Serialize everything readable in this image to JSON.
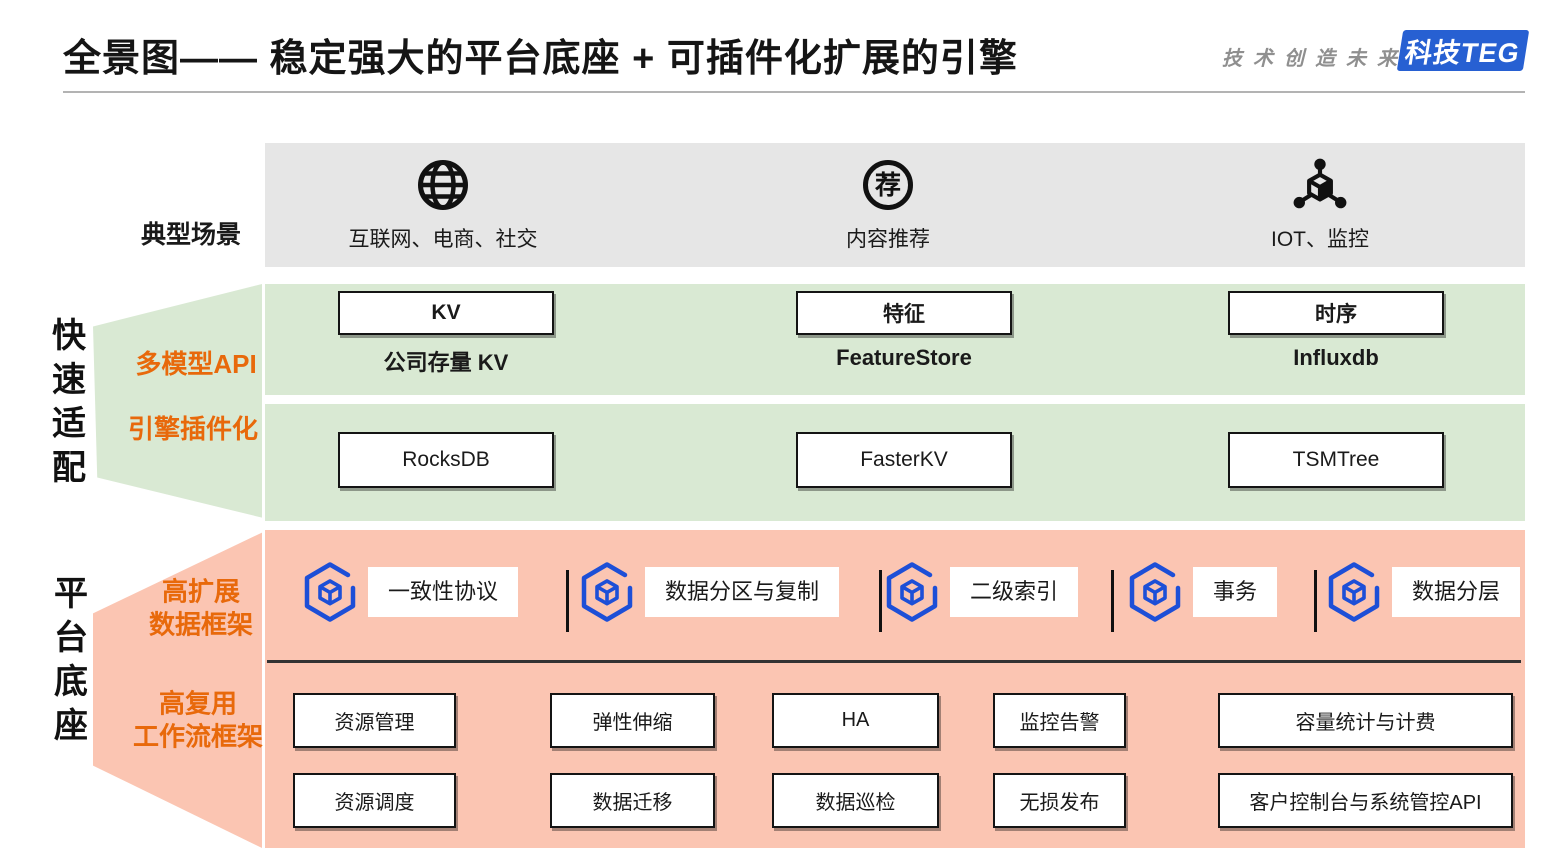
{
  "header": {
    "title": "全景图—— 稳定强大的平台底座 + 可插件化扩展的引擎",
    "tagline": "技术创造未来",
    "badge": "科技TEG"
  },
  "scenario_bar": {
    "label": "典型场景",
    "items": [
      {
        "icon": "globe-icon",
        "label": "互联网、电商、社交"
      },
      {
        "icon": "recommend-icon",
        "glyph": "荐",
        "label": "内容推荐"
      },
      {
        "icon": "iot-icon",
        "label": "IOT、监控"
      }
    ]
  },
  "quick_adapt": {
    "side_label": "快速适配",
    "api_row": {
      "label": "多模型API",
      "items": [
        {
          "box": "KV",
          "sub": "公司存量 KV"
        },
        {
          "box": "特征",
          "sub": "FeatureStore"
        },
        {
          "box": "时序",
          "sub": "Influxdb"
        }
      ]
    },
    "engine_row": {
      "label": "引擎插件化",
      "items": [
        {
          "box": "RocksDB"
        },
        {
          "box": "FasterKV"
        },
        {
          "box": "TSMTree"
        }
      ]
    }
  },
  "platform_base": {
    "side_label": "平台底座",
    "data_framework": {
      "label": [
        "高扩展",
        "数据框架"
      ],
      "features": [
        "一致性协议",
        "数据分区与复制",
        "二级索引",
        "事务",
        "数据分层"
      ]
    },
    "workflow": {
      "label": [
        "高复用",
        "工作流框架"
      ],
      "row1": [
        "资源管理",
        "弹性伸缩",
        "HA",
        "监控告警",
        "容量统计与计费"
      ],
      "row2": [
        "资源调度",
        "数据迁移",
        "数据巡检",
        "无损发布",
        "客户控制台与系统管控API"
      ]
    }
  },
  "colors": {
    "green": "#d9e9d3",
    "pink": "#fbc5b2",
    "gray_bar": "#e6e6e6",
    "orange": "#e8690b",
    "icon_blue": "#1d4fd7",
    "badge_blue": "#2760d2"
  }
}
